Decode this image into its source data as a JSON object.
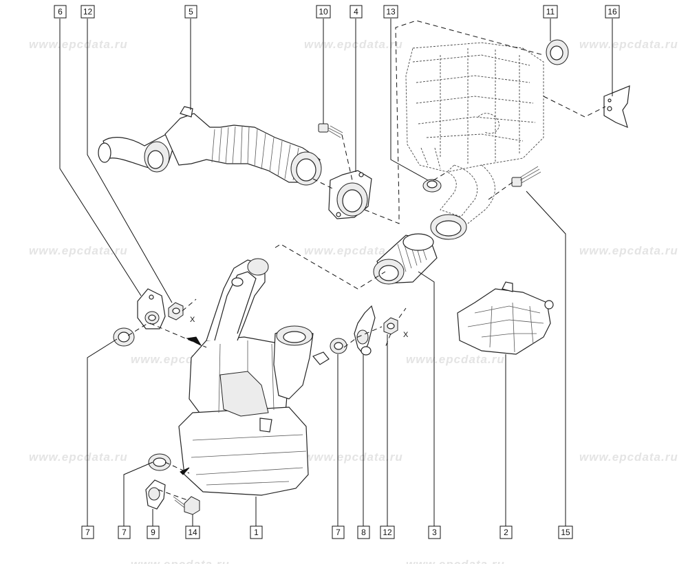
{
  "watermark": {
    "text": "www.epcdata.ru"
  },
  "callouts": [
    {
      "id": "c-6-top",
      "label": "6"
    },
    {
      "id": "c-12-top",
      "label": "12"
    },
    {
      "id": "c-5-top",
      "label": "5"
    },
    {
      "id": "c-10-top",
      "label": "10"
    },
    {
      "id": "c-4-top",
      "label": "4"
    },
    {
      "id": "c-13-top",
      "label": "13"
    },
    {
      "id": "c-11-top",
      "label": "11"
    },
    {
      "id": "c-16-top",
      "label": "16"
    },
    {
      "id": "c-7-a",
      "label": "7"
    },
    {
      "id": "c-7-b",
      "label": "7"
    },
    {
      "id": "c-9",
      "label": "9"
    },
    {
      "id": "c-14",
      "label": "14"
    },
    {
      "id": "c-1",
      "label": "1"
    },
    {
      "id": "c-7-c",
      "label": "7"
    },
    {
      "id": "c-8",
      "label": "8"
    },
    {
      "id": "c-12-bot",
      "label": "12"
    },
    {
      "id": "c-3",
      "label": "3"
    },
    {
      "id": "c-2",
      "label": "2"
    },
    {
      "id": "c-15",
      "label": "15"
    }
  ],
  "marks": {
    "x_left": "X",
    "x_right": "X"
  }
}
